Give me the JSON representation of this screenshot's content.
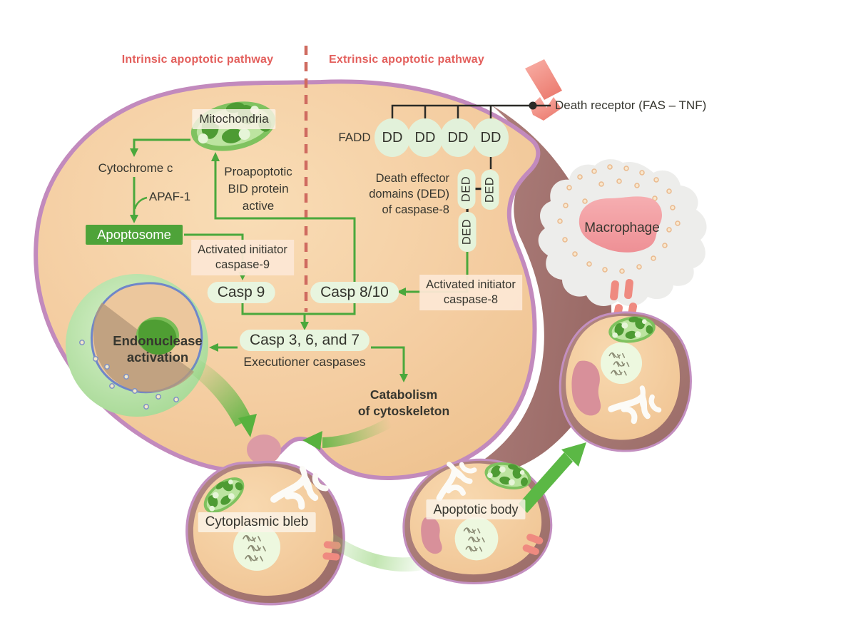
{
  "headers": {
    "intrinsic": "Intrinsic apoptotic pathway",
    "extrinsic": "Extrinsic apoptotic pathway"
  },
  "intrinsic": {
    "mitochondria": "Mitochondria",
    "cytochrome_c": "Cytochrome c",
    "apaf1": "APAF-1",
    "apoptosome": "Apoptosome",
    "activated_initiator_caspase9": [
      "Activated initiator",
      "caspase-9"
    ],
    "casp9_pill": "Casp 9",
    "proapoptotic_bid": [
      "Proapoptotic",
      "BID protein",
      "active"
    ]
  },
  "extrinsic": {
    "death_receptor": "Death receptor (FAS – TNF)",
    "fadd": "FADD",
    "dd": "DD",
    "ded": "DED",
    "death_effector_domains": [
      "Death effector",
      "domains (DED)",
      "of caspase-8"
    ],
    "activated_initiator_caspase8": [
      "Activated initiator",
      "caspase-8"
    ],
    "casp810_pill": "Casp 8/10"
  },
  "execution": {
    "casp367_pill": "Casp 3, 6, and 7",
    "executioner_caspases": "Executioner caspases",
    "endonuclease_activation": [
      "Endonuclease",
      "activation"
    ],
    "catabolism": [
      "Catabolism",
      "of cytoskeleton"
    ]
  },
  "cells": {
    "cytoplasmic_bleb": "Cytoplasmic bleb",
    "apoptotic_body": "Apoptotic body",
    "macrophage": "Macrophage"
  },
  "colors": {
    "pathway_header": "#e35f5c",
    "arrow_green": "#4aa83c",
    "apoptosome_green": "#4ea339",
    "pill_mint": "#e8f5df",
    "membrane_purple": "#c28abd",
    "cell_peach": "#f3cb9e",
    "cell_side_mauve": "#a4726c",
    "divider_dashed_red": "#cf6b60",
    "ligand_pink": "#ef8a80",
    "macrophage_nucleus_pink": "#f2a4a7",
    "text_dark": "#36362f"
  }
}
